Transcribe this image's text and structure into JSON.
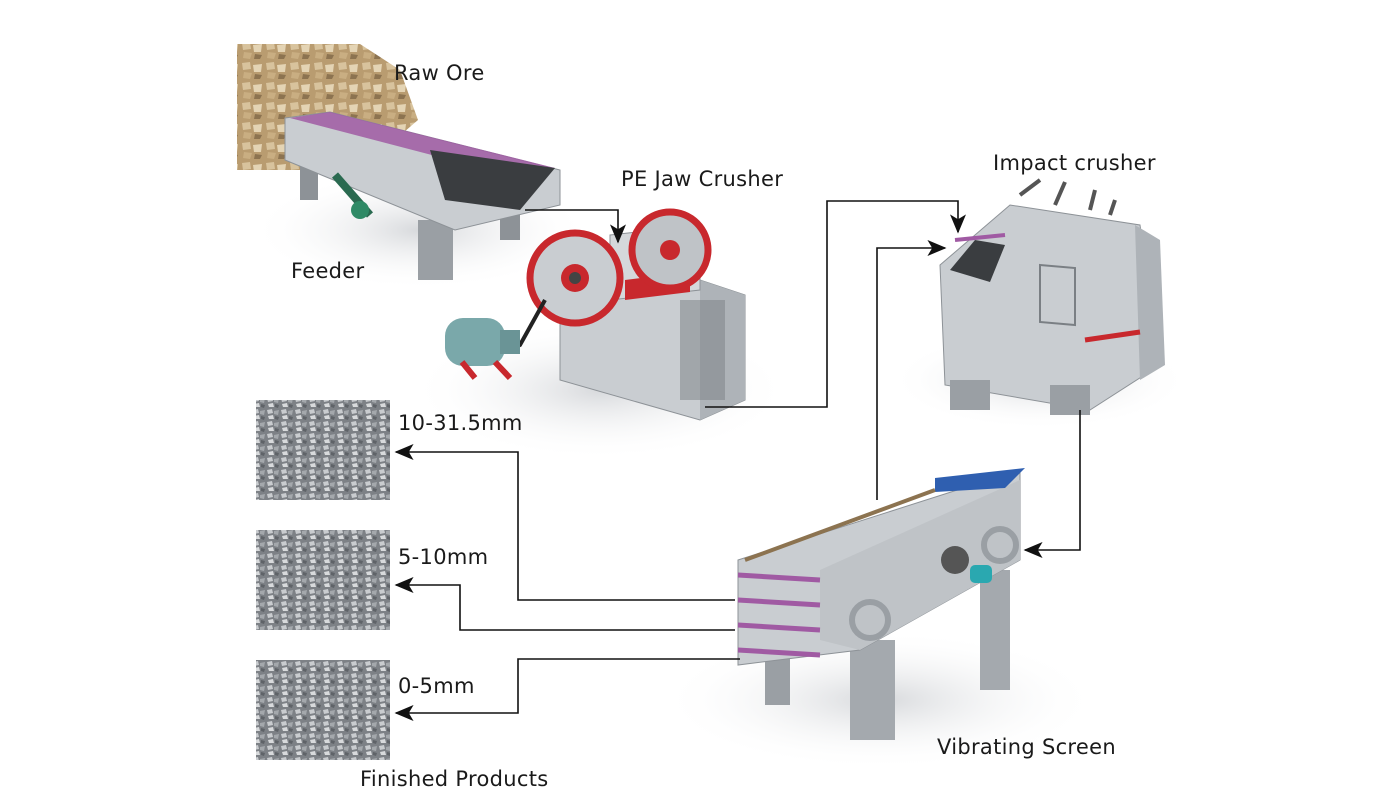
{
  "labels": {
    "raw_ore": "Raw Ore",
    "feeder": "Feeder",
    "jaw_crusher": "PE Jaw Crusher",
    "impact_crusher": "Impact crusher",
    "vibrating_screen": "Vibrating Screen",
    "size_coarse": "10-31.5mm",
    "size_medium": "5-10mm",
    "size_fine": "0-5mm",
    "finished_products": "Finished Products"
  },
  "colors": {
    "machine_gray": "#c9cdd1",
    "machine_dark": "#8d9297",
    "liner_purple": "#a05aa3",
    "wheel_red": "#c8282d",
    "motor_teal": "#7aa8aa",
    "screen_blue": "#2f5fb0",
    "arrow": "#111111"
  }
}
